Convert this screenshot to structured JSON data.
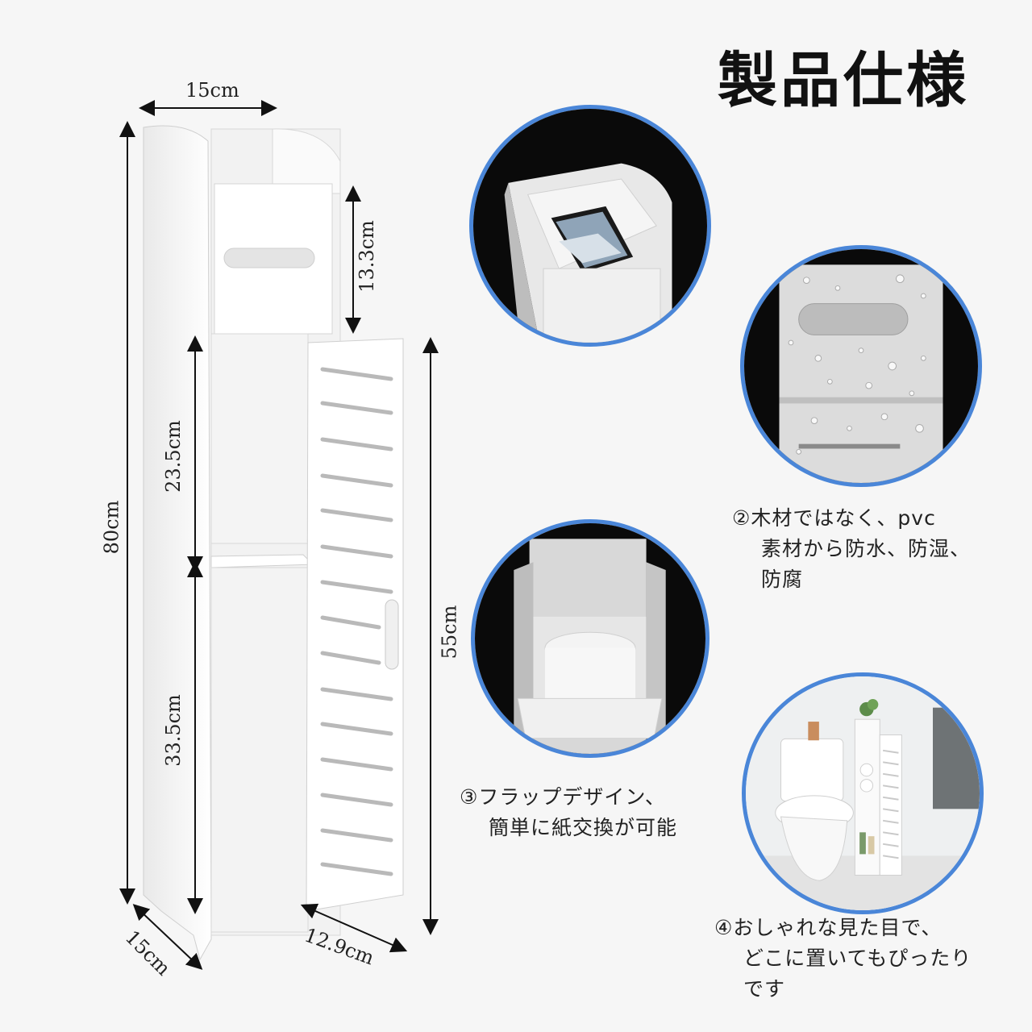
{
  "title": "製品仕様",
  "dimensions": {
    "top_width": "15cm",
    "total_height": "80cm",
    "upper_height": "13.3cm",
    "middle_height": "23.5cm",
    "lower_height": "33.5cm",
    "door_height": "55cm",
    "depth": "15cm",
    "door_width": "12.9cm"
  },
  "features": [
    {
      "lines": [
        "②木材ではなく、pvc",
        "素材から防水、防湿、",
        "防腐"
      ]
    },
    {
      "lines": [
        "③フラップデザイン、",
        "簡単に紙交換が可能"
      ]
    },
    {
      "lines": [
        "④おしゃれな見た目で、",
        "どこに置いてもぴったり",
        "です"
      ]
    }
  ],
  "colors": {
    "circle_border": "#4a86d8",
    "background": "#f6f6f6",
    "cabinet": "#ffffff"
  }
}
